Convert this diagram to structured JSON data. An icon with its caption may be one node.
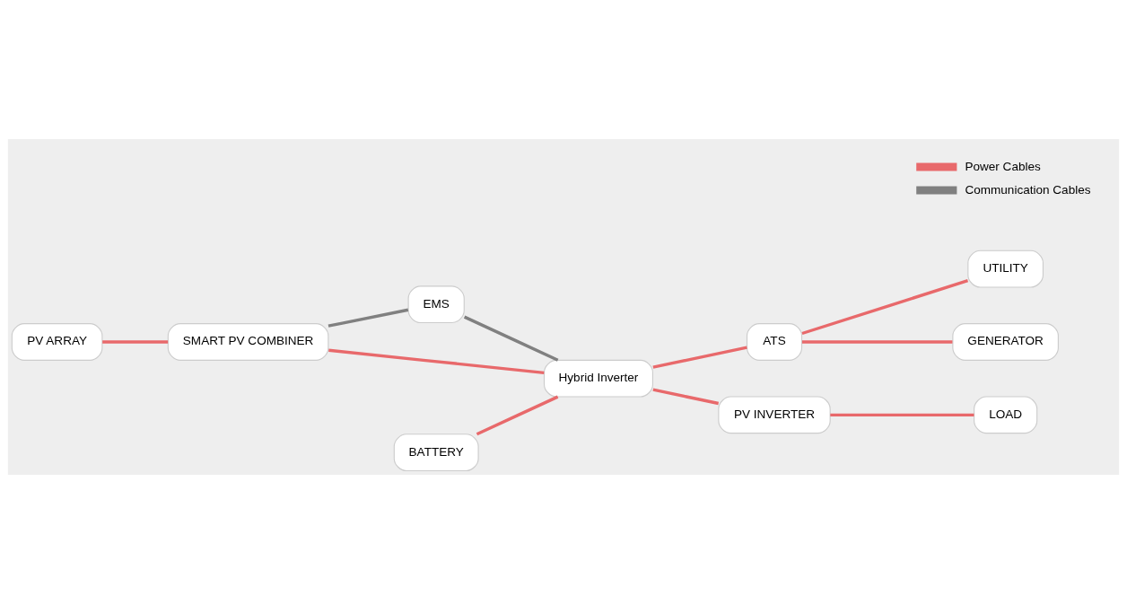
{
  "diagram": {
    "nodes": [
      {
        "text": [
          "PV ARRAY"
        ]
      },
      {
        "text": [
          "SMART PV COMBINER"
        ]
      },
      {
        "text": [
          "EMS"
        ]
      },
      {
        "text": [
          "BATTERY"
        ]
      },
      {
        "text": [
          "Hybrid Inverter"
        ]
      },
      {
        "text": [
          "ATS"
        ]
      },
      {
        "text": [
          "UTILITY"
        ]
      },
      {
        "text": [
          "PV INVERTER"
        ]
      },
      {
        "text": [
          "LOAD"
        ]
      },
      {
        "text": [
          "GENERATOR"
        ]
      }
    ],
    "edges": [
      {
        "from": 0,
        "to": 1,
        "arrow": "none"
      },
      {
        "from": 1,
        "to": 2,
        "arrow": "none",
        "color": "#808080"
      },
      {
        "from": 1,
        "to": 4,
        "arrow": "none"
      },
      {
        "from": 2,
        "to": 4,
        "arrow": "none",
        "color": "#808080"
      },
      {
        "from": 3,
        "to": 4,
        "arrow": "none"
      },
      {
        "from": 4,
        "to": 5,
        "arrow": "none"
      },
      {
        "from": 5,
        "to": 6,
        "arrow": "none"
      },
      {
        "from": 4,
        "to": 7,
        "arrow": "none"
      },
      {
        "from": 7,
        "to": 8,
        "arrow": "none"
      },
      {
        "from": 5,
        "to": 9,
        "arrow": "none"
      }
    ],
    "legend": [
      {
        "text": "Power Cables",
        "color": "#e8696b"
      },
      {
        "text": "Communication Cables",
        "color": "#808080"
      }
    ]
  }
}
